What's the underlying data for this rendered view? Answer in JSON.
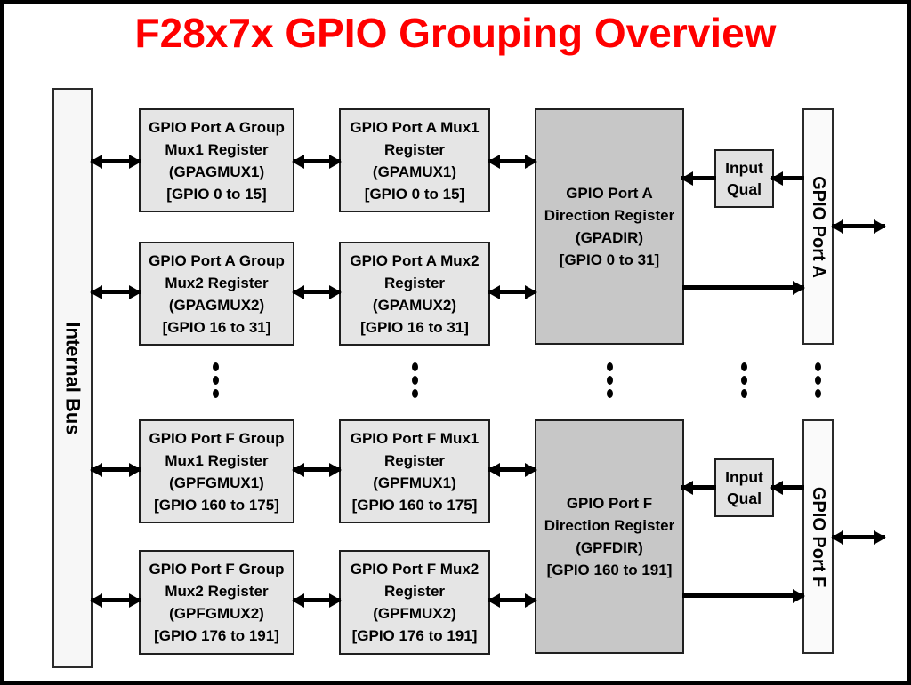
{
  "title": "F28x7x GPIO Grouping Overview",
  "colors": {
    "title_red": "#ff0000",
    "mux_block_fill": "#e5e5e5",
    "direction_block_fill": "#c7c7c7",
    "bus_bar_fill": "#f7f7f7",
    "border": "#1f1f1f",
    "arrow": "#000000"
  },
  "internal_bus": {
    "label": "Internal Bus"
  },
  "group_mux_registers": [
    {
      "lines": [
        "GPIO Port A Group",
        "Mux1 Register",
        "(GPAGMUX1)",
        "[GPIO 0 to 15]"
      ]
    },
    {
      "lines": [
        "GPIO Port A Group",
        "Mux2 Register",
        "(GPAGMUX2)",
        "[GPIO 16 to 31]"
      ]
    },
    {
      "lines": [
        "GPIO Port F Group",
        "Mux1 Register",
        "(GPFGMUX1)",
        "[GPIO 160 to 175]"
      ]
    },
    {
      "lines": [
        "GPIO Port F Group",
        "Mux2 Register",
        "(GPFGMUX2)",
        "[GPIO 176 to 191]"
      ]
    }
  ],
  "mux_registers": [
    {
      "lines": [
        "GPIO Port A Mux1",
        "Register",
        "(GPAMUX1)",
        "[GPIO 0 to 15]"
      ]
    },
    {
      "lines": [
        "GPIO Port A Mux2",
        "Register",
        "(GPAMUX2)",
        "[GPIO 16 to 31]"
      ]
    },
    {
      "lines": [
        "GPIO Port F Mux1",
        "Register",
        "(GPFMUX1)",
        "[GPIO 160 to 175]"
      ]
    },
    {
      "lines": [
        "GPIO Port F Mux2",
        "Register",
        "(GPFMUX2)",
        "[GPIO 176 to 191]"
      ]
    }
  ],
  "direction_registers": [
    {
      "lines": [
        "GPIO Port A",
        "Direction Register",
        "(GPADIR)",
        "[GPIO 0 to 31]"
      ]
    },
    {
      "lines": [
        "GPIO Port F",
        "Direction Register",
        "(GPFDIR)",
        "[GPIO 160 to 191]"
      ]
    }
  ],
  "input_qual": {
    "lines": [
      "Input",
      "Qual"
    ]
  },
  "ports": [
    {
      "label": "GPIO Port A"
    },
    {
      "label": "GPIO Port F"
    }
  ]
}
